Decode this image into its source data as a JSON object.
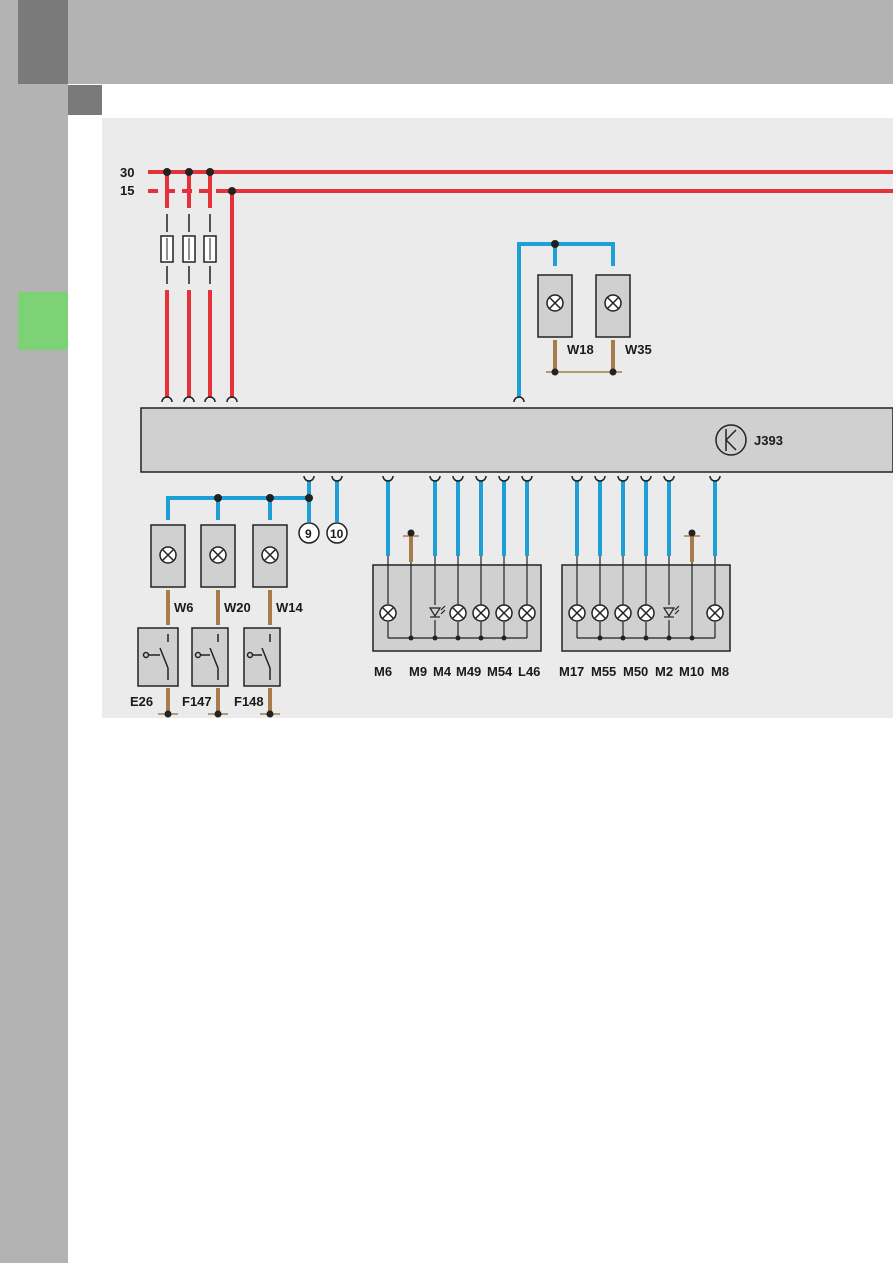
{
  "rails": {
    "r30": "30",
    "r15": "15"
  },
  "control_unit": {
    "label": "J393"
  },
  "roof_lamps": {
    "w18": "W18",
    "w35": "W35"
  },
  "lamps": {
    "w6": "W6",
    "w20": "W20",
    "w14": "W14"
  },
  "switches": {
    "e26": "E26",
    "f147": "F147",
    "f148": "F148"
  },
  "connectors": {
    "c9": "9",
    "c10": "10"
  },
  "group1": [
    "M6",
    "M9",
    "M4",
    "M49",
    "M54",
    "L46"
  ],
  "group2": [
    "M17",
    "M55",
    "M50",
    "M2",
    "M10",
    "M8"
  ],
  "colors": {
    "red": "#e5323a",
    "blue": "#1ea0d6",
    "brown": "#a67c4a",
    "gray": "#d0d0d0"
  }
}
